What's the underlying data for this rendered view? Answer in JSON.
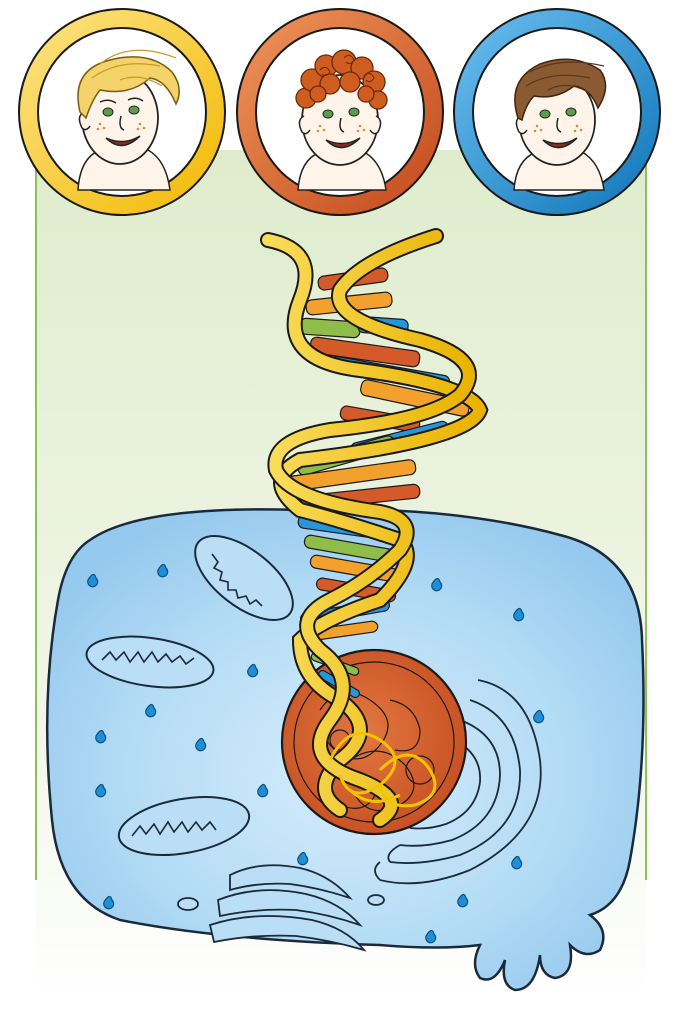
{
  "colors": {
    "background_panel_top": "#dfeccc",
    "background_panel_bottom": "#ffffff",
    "panel_border": "#8dbf5a",
    "ring_yellow": "#f7c600",
    "ring_orange": "#d8632a",
    "ring_blue": "#1d8fd3",
    "hair_blond": "#f3d36a",
    "hair_red": "#cf5d20",
    "hair_brown": "#8a5a32",
    "skin": "#fff4ea",
    "cell_fill": "#a6d3f2",
    "cell_fill_light": "#d6ecfb",
    "cell_outline": "#1a2a3a",
    "nucleus": "#d4602c",
    "dna_backbone": "#f3c400",
    "base_blue": "#2796d8",
    "base_orange": "#f2a12c",
    "base_red": "#d45a2a",
    "base_green": "#8fbd4a",
    "droplet": "#1e8fd6"
  },
  "people": [
    {
      "name": "person-blond-hair",
      "ring": "yellow",
      "hair": "blond"
    },
    {
      "name": "person-red-curly-hair",
      "ring": "orange",
      "hair": "red"
    },
    {
      "name": "person-brown-hair",
      "ring": "blue",
      "hair": "brown"
    }
  ],
  "illustration": {
    "dna_double_helix": true,
    "cell_organelles": [
      "nucleus",
      "mitochondrion",
      "mitochondrion",
      "mitochondrion",
      "golgi-apparatus",
      "endoplasmic-reticulum"
    ]
  }
}
